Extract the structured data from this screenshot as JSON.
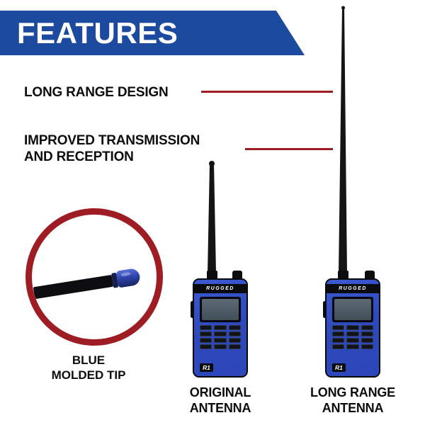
{
  "banner": {
    "title": "FEATURES"
  },
  "callouts": [
    {
      "label": "LONG RANGE DESIGN"
    },
    {
      "label_line1": "IMPROVED TRANSMISSION",
      "label_line2": "AND RECEPTION"
    }
  ],
  "inset": {
    "caption_line1": "BLUE",
    "caption_line2": "MOLDED TIP"
  },
  "radios": [
    {
      "brand": "RUGGED",
      "model": "R1",
      "caption_line1": "ORIGINAL",
      "caption_line2": "ANTENNA"
    },
    {
      "brand": "RUGGED",
      "model": "R1",
      "caption_line1": "LONG RANGE",
      "caption_line2": "ANTENNA"
    }
  ],
  "colors": {
    "banner_blue": "#1b4a9e",
    "callout_red": "#9e1c24",
    "radio_blue": "#2c48bb",
    "tip_blue": "#2f44ad"
  }
}
